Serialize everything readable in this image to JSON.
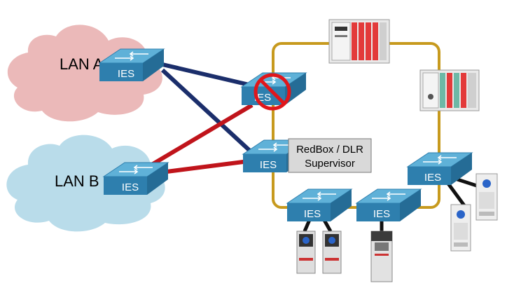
{
  "clouds": {
    "lan_a": {
      "label": "LAN A",
      "color": "#ebb9b9"
    },
    "lan_b": {
      "label": "LAN B",
      "color": "#b9dcea"
    }
  },
  "switch_label": "IES",
  "redbox_label": {
    "line1": "RedBox / DLR",
    "line2": "Supervisor"
  },
  "colors": {
    "ring": "#c79a1e",
    "link_lan_a": "#1b2e6b",
    "link_lan_b": "#c0141b",
    "switch_top": "#5fb1d8",
    "switch_side": "#2e7fae",
    "prohibit": "#e0161b",
    "plc_red": "#e33a3a",
    "plc_teal": "#6db8a6"
  },
  "icons": [
    "prohibited-icon",
    "plc-controller-icon",
    "variable-frequency-drive-icon",
    "ethernet-io-module-icon"
  ]
}
